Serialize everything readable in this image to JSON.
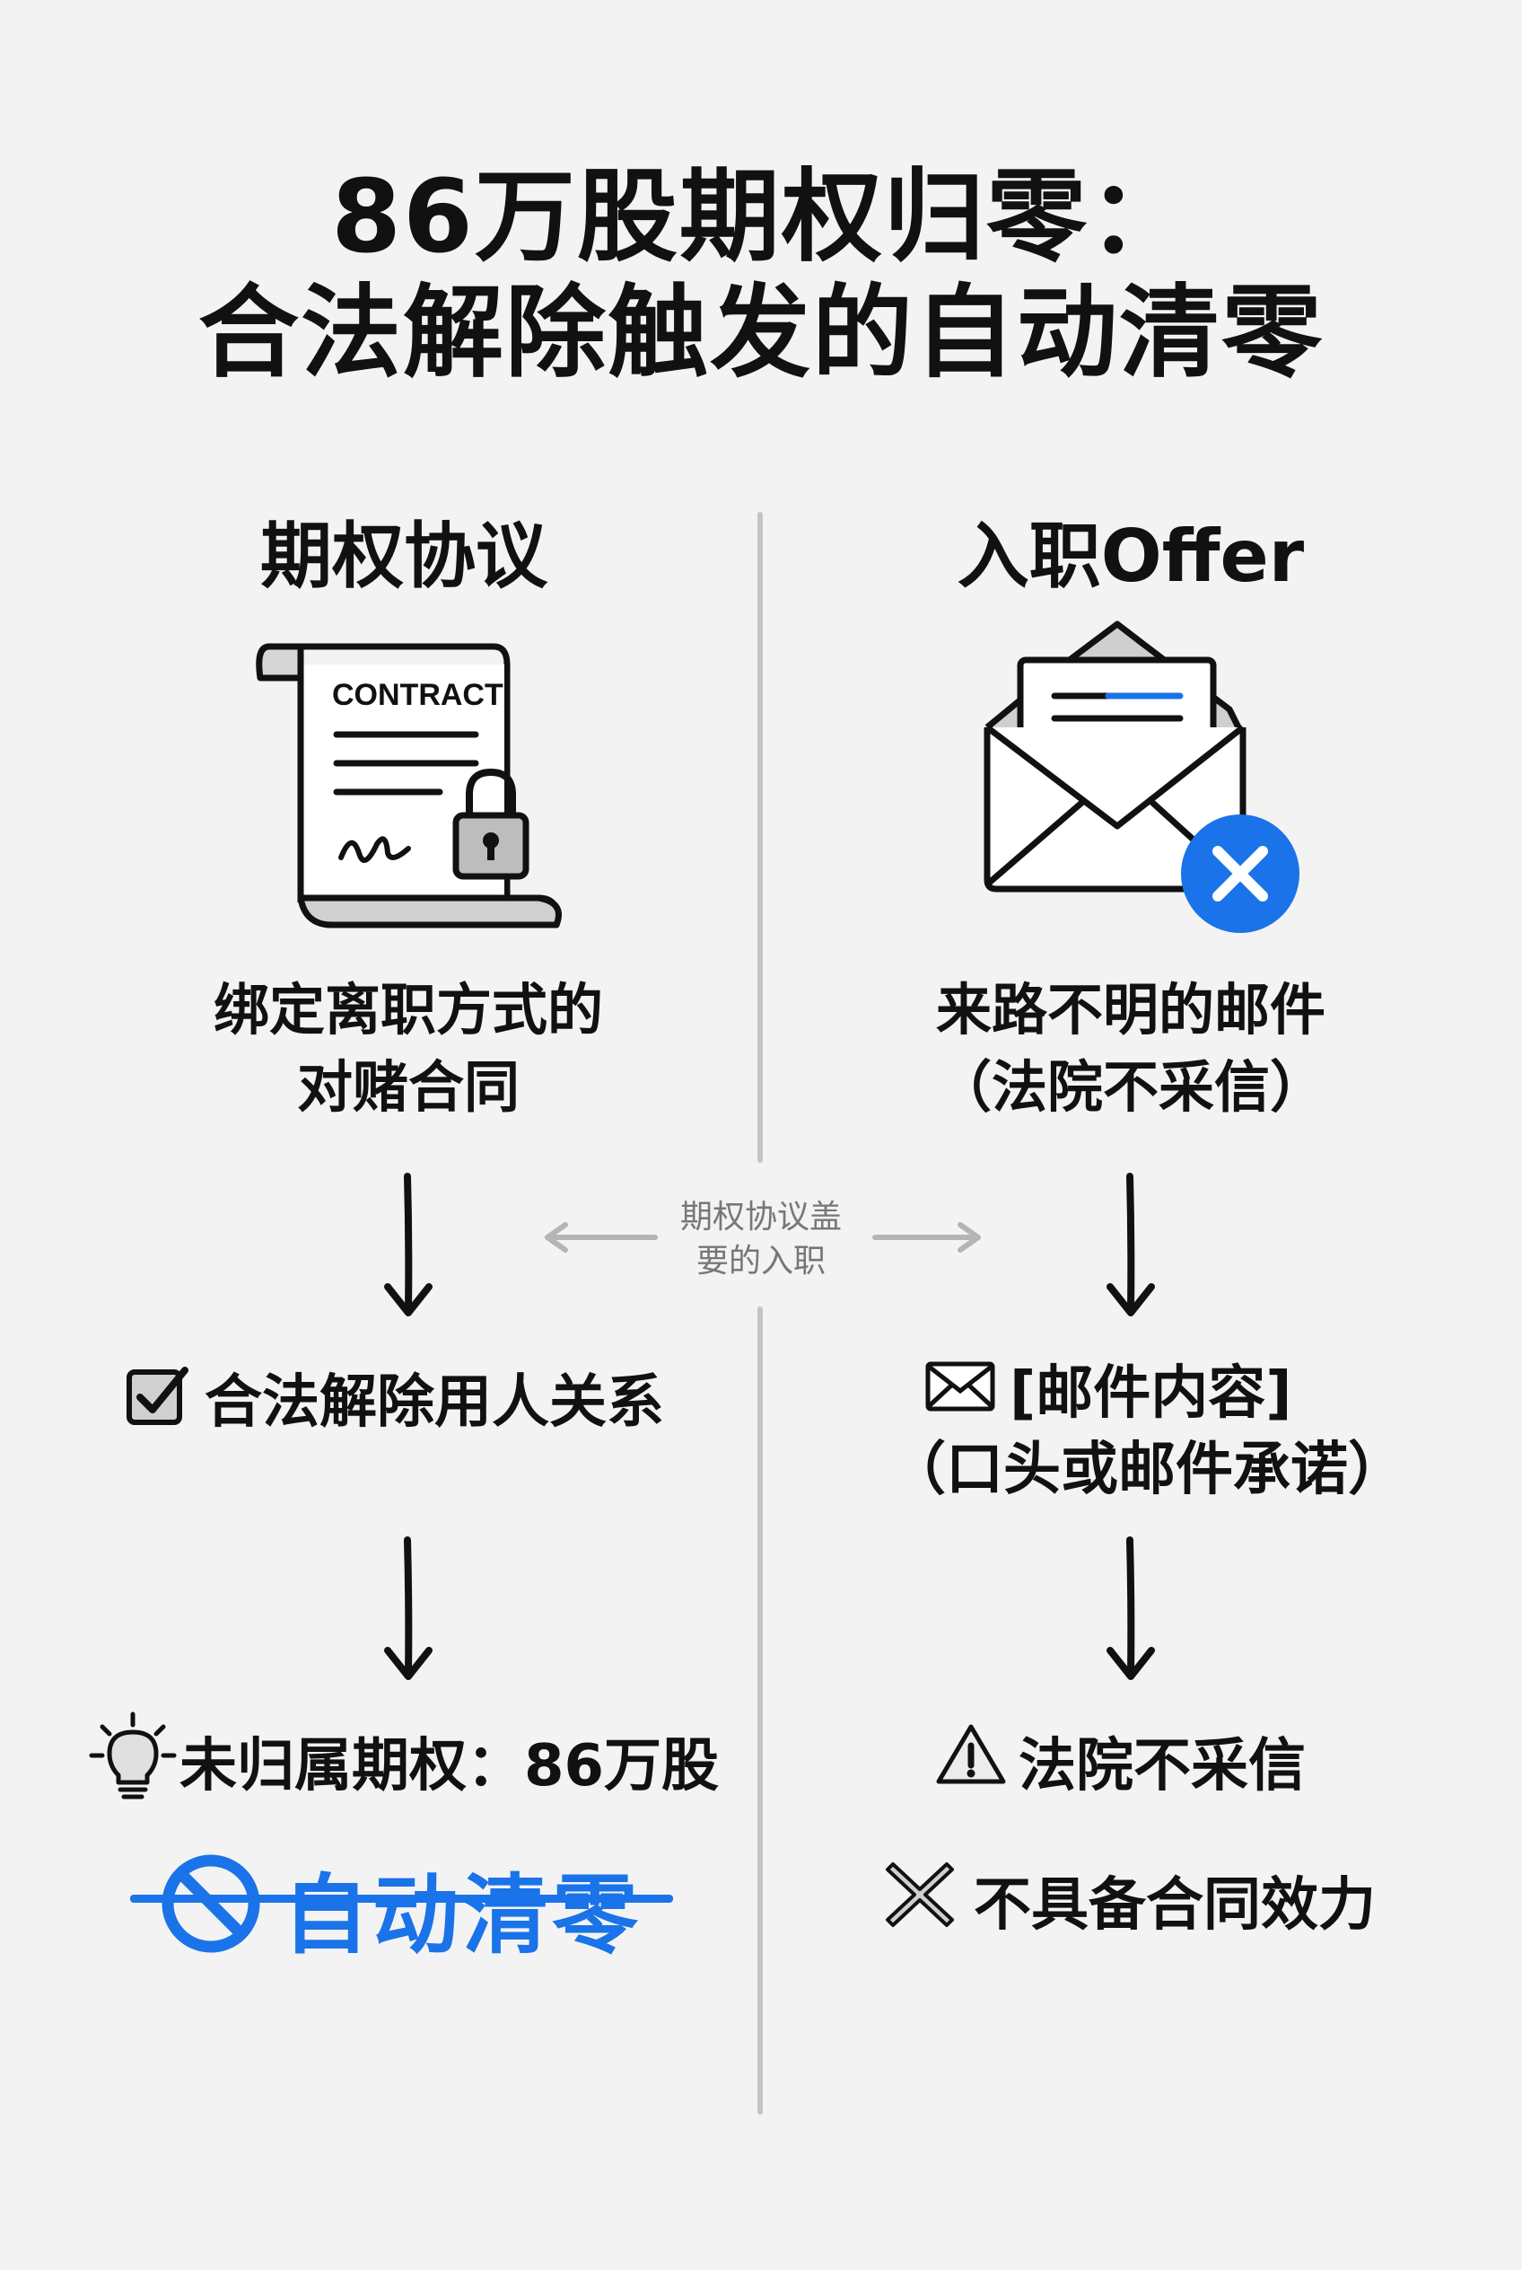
{
  "title": {
    "line1": "86万股期权归零：",
    "line2": "合法解除触发的自动清零"
  },
  "left": {
    "heading": "期权协议",
    "contract_label": "CONTRACT",
    "desc_line1": "绑定离职方式的",
    "desc_line2": "对赌合同",
    "step1": "合法解除用人关系",
    "step2": "未归属期权：86万股",
    "result": "自动清零"
  },
  "right": {
    "heading": "入职Offer",
    "desc_line1": "来路不明的邮件",
    "desc_line2": "（法院不采信）",
    "step1_line1": "[邮件内容]",
    "step1_line2": "（口头或邮件承诺）",
    "step2": "法院不采信",
    "result": "不具备合同效力"
  },
  "center": {
    "line1": "期权协议盖",
    "line2": "要的入职"
  },
  "colors": {
    "accent_blue": "#1a73e8",
    "text": "#111111",
    "divider": "#c4c4c4",
    "background": "#f3f3f3"
  },
  "icons": {
    "contract": "contract-scroll-icon",
    "lock": "padlock-icon",
    "envelope": "open-envelope-icon",
    "reject": "blue-x-circle-icon",
    "checkbox": "checked-box-icon",
    "lightbulb": "lightbulb-icon",
    "prohibited": "prohibited-icon",
    "mail": "mail-icon",
    "warning": "warning-triangle-icon",
    "cross": "x-mark-icon"
  }
}
